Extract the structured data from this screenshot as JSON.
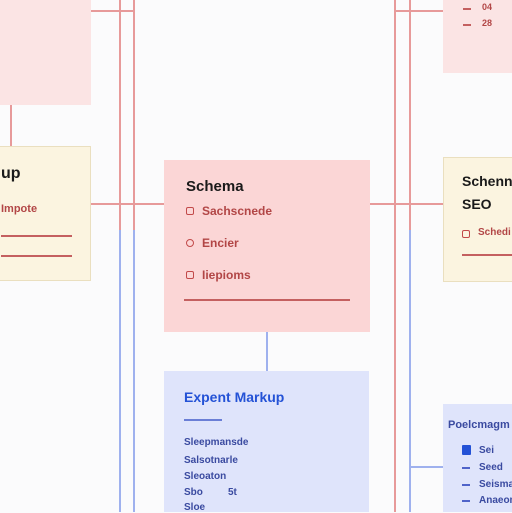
{
  "top_right": {
    "value_1": "04",
    "value_2": "28"
  },
  "left_card": {
    "title": "up",
    "item": "Impote"
  },
  "center_card": {
    "title": "Schema",
    "items": [
      "Sachscnede",
      "Encier",
      "Iiepioms"
    ]
  },
  "right_card": {
    "title_1": "Schenn",
    "title_2": "SEO",
    "item": "Schedi"
  },
  "blue_card": {
    "title": "Expent Markup",
    "items": [
      "Sleepmansde",
      "Salsotnarle",
      "Sleoaton",
      "Sbo",
      "Sloe"
    ],
    "side_value": "5t"
  },
  "right_blue_card": {
    "title": "Poelcmagm",
    "items": [
      "Sei",
      "Seed",
      "Seismal",
      "Anaeong"
    ]
  },
  "colors": {
    "pink": "#fbd6d6",
    "cream": "#fbf4e0",
    "blue": "#dfe4fb",
    "red_line": "#e79a9a",
    "blue_line": "#9fb1ee",
    "accent_blue": "#2452d6"
  }
}
